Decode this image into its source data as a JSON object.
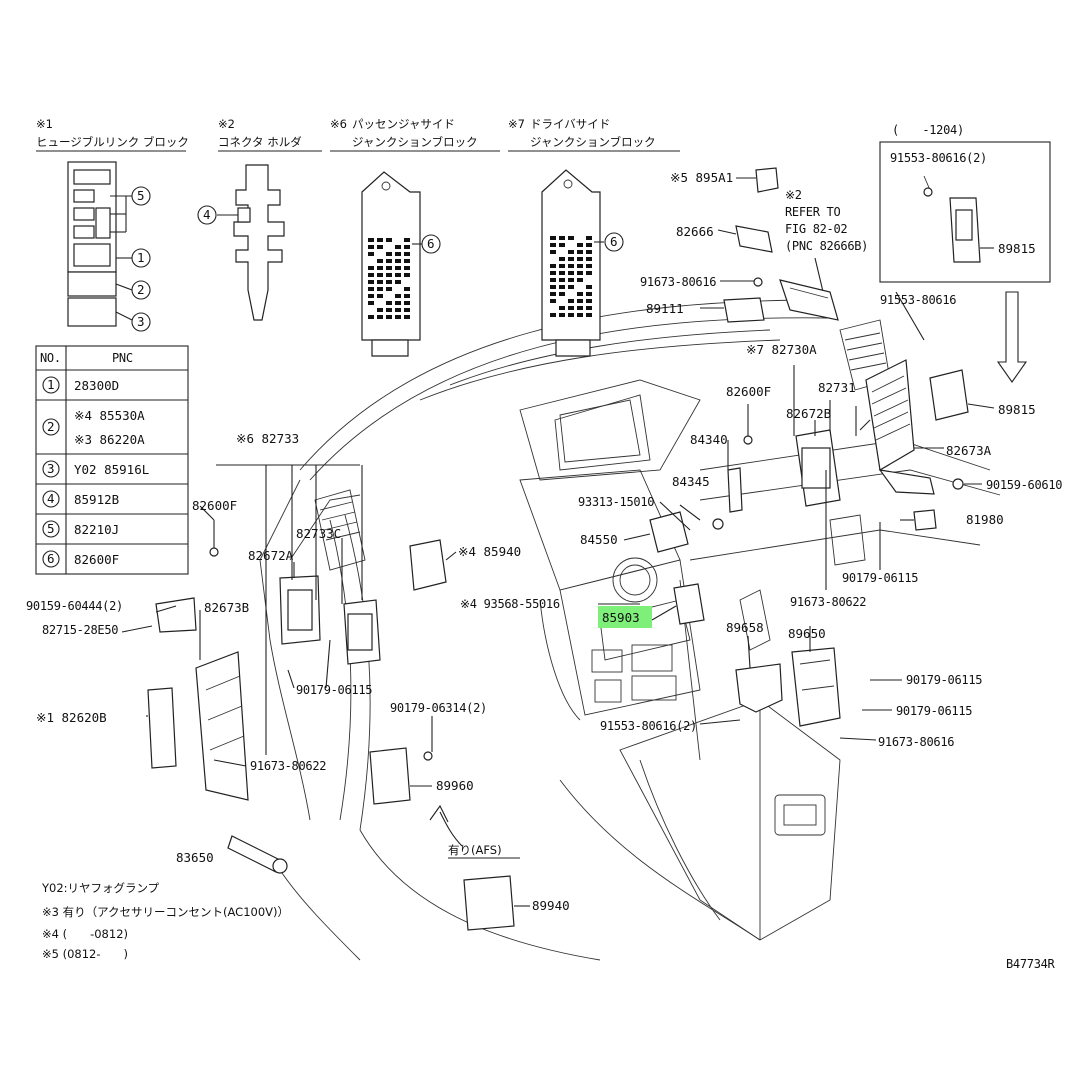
{
  "top_blocks": {
    "block1": {
      "mark": "※1",
      "title": "ヒュージブルリンク ブロック"
    },
    "block2": {
      "mark": "※2",
      "title": "コネクタ ホルダ"
    },
    "block6": {
      "mark": "※6",
      "line1": "パッセンジャサイド",
      "line2": "ジャンクションブロック"
    },
    "block7": {
      "mark": "※7",
      "line1": "ドライバサイド",
      "line2": "ジャンクションブロック"
    }
  },
  "pnc_table": {
    "headers": [
      "NO.",
      "PNC"
    ],
    "rows": [
      {
        "no": "1",
        "lines": [
          "28300D"
        ]
      },
      {
        "no": "2",
        "lines": [
          "※4 85530A",
          "※3 86220A"
        ]
      },
      {
        "no": "3",
        "lines": [
          "Y02 85916L"
        ]
      },
      {
        "no": "4",
        "lines": [
          "85912B"
        ]
      },
      {
        "no": "5",
        "lines": [
          "82210J"
        ]
      },
      {
        "no": "6",
        "lines": [
          "82600F"
        ]
      }
    ]
  },
  "circle_refs": {
    "c5": "5",
    "c1": "1",
    "c2": "2",
    "c3": "3",
    "c4": "4",
    "c6a": "6",
    "c6b": "6"
  },
  "inset": {
    "range": "(　　-1204)",
    "bolt": "91553-80616(2)",
    "part": "89815"
  },
  "refer_note": [
    "※2",
    "REFER TO",
    "FIG 82-02",
    "(PNC 82666B)"
  ],
  "labels": {
    "p895A1": "※5 895A1",
    "p82666": "82666",
    "p91673_80616a": "91673-80616",
    "p89111": "89111",
    "p91553_80616": "91553-80616",
    "p82730A": "※7 82730A",
    "p82600F_r": "82600F",
    "p82731": "82731",
    "p82672B": "82672B",
    "p89815b": "89815",
    "p84340": "84340",
    "p82673A": "82673A",
    "p90159_60610": "90159-60610",
    "p84345": "84345",
    "p93313": "93313-15010",
    "p81980": "81980",
    "p84550": "84550",
    "p90179_06115a": "90179-06115",
    "p91673_80622b": "91673-80622",
    "p82733": "※6 82733",
    "p82600F_l": "82600F",
    "p82733C": "82733C",
    "p85940": "※4 85940",
    "p82672A": "82672A",
    "p93568": "※4 93568-55016",
    "p85903": "85903",
    "p89658": "89658",
    "p89650": "89650",
    "p90159_60444": "90159-60444(2)",
    "p82715": "82715-28E50",
    "p82673B": "82673B",
    "p90179_06115b": "90179-06115",
    "p90179_06115c": "90179-06115",
    "p90179_06115d": "90179-06115",
    "p82620B": "※1 82620B",
    "p90179_06314": "90179-06314(2)",
    "p91553_80616_2": "91553-80616(2)",
    "p91673_80616b": "91673-80616",
    "p91673_80622a": "91673-80622",
    "p89960": "89960",
    "p83650": "83650",
    "p_ari_afs": "有り(AFS)",
    "p89940": "89940"
  },
  "notes": [
    "Y02:リヤフォグランプ",
    "※3  有り（アクセサリーコンセント(AC100V)）",
    "※4  (　　-0812)",
    "※5  (0812-　　)"
  ],
  "figure_id": "B47734R",
  "highlight_color": "#7ef07a"
}
